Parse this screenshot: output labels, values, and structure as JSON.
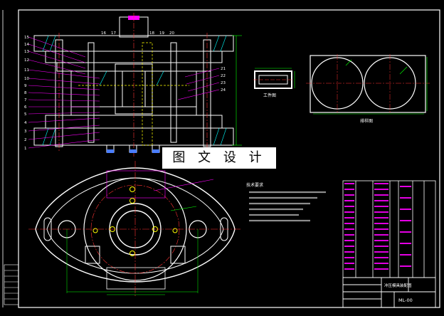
{
  "watermark": "图 文 设 计",
  "labels": {
    "workpiece": "工件图",
    "layout": "排样图",
    "tech_title": "技术要求",
    "title_block_name": "冲压模具装配图",
    "drawing_no": "ML-00"
  },
  "part_numbers_left": [
    "15",
    "14",
    "13",
    "12",
    "11",
    "10",
    "9",
    "8",
    "7",
    "6",
    "5",
    "4",
    "3",
    "2",
    "1"
  ],
  "part_numbers_top": [
    "16",
    "17",
    "18",
    "19",
    "20"
  ],
  "part_numbers_right": [
    "21",
    "22",
    "23",
    "24"
  ],
  "colors": {
    "outline": "#ffffff",
    "dimension": "#00ff00",
    "center_line": "#ff3333",
    "leader": "#ff00ff",
    "hidden": "#ffff00",
    "hatch": "#00ffff"
  }
}
